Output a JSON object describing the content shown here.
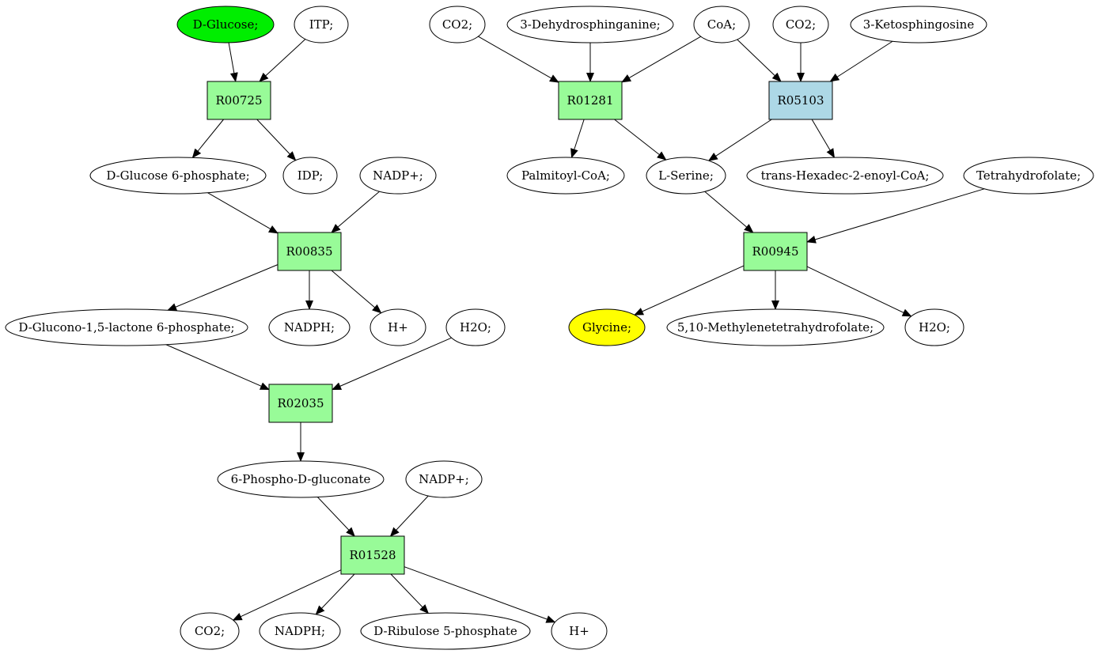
{
  "colors": {
    "reaction_default": "#98fb98",
    "reaction_highlight": "#add8e6",
    "compound_default": "#ffffff",
    "compound_start": "#00ee00",
    "compound_target": "#ffff00"
  },
  "nodes": {
    "glucose": {
      "label": "D-Glucose;",
      "kind": "compound",
      "color": "#00ee00"
    },
    "itp": {
      "label": "ITP;",
      "kind": "compound"
    },
    "r00725": {
      "label": "R00725",
      "kind": "reaction"
    },
    "g6p": {
      "label": "D-Glucose 6-phosphate;",
      "kind": "compound"
    },
    "idp": {
      "label": "IDP;",
      "kind": "compound"
    },
    "nadp1": {
      "label": "NADP+;",
      "kind": "compound"
    },
    "r00835": {
      "label": "R00835",
      "kind": "reaction"
    },
    "glucono": {
      "label": "D-Glucono-1,5-lactone 6-phosphate;",
      "kind": "compound"
    },
    "nadph1": {
      "label": "NADPH;",
      "kind": "compound"
    },
    "hplus1": {
      "label": "H+",
      "kind": "compound"
    },
    "h2o1": {
      "label": "H2O;",
      "kind": "compound"
    },
    "r02035": {
      "label": "R02035",
      "kind": "reaction"
    },
    "phosphogluconate": {
      "label": "6-Phospho-D-gluconate",
      "kind": "compound"
    },
    "nadp2": {
      "label": "NADP+;",
      "kind": "compound"
    },
    "r01528": {
      "label": "R01528",
      "kind": "reaction"
    },
    "co2c": {
      "label": "CO2;",
      "kind": "compound"
    },
    "nadph2": {
      "label": "NADPH;",
      "kind": "compound"
    },
    "ribulose": {
      "label": "D-Ribulose 5-phosphate",
      "kind": "compound"
    },
    "hplus2": {
      "label": "H+",
      "kind": "compound"
    },
    "co2a": {
      "label": "CO2;",
      "kind": "compound"
    },
    "dehydro": {
      "label": "3-Dehydrosphinganine;",
      "kind": "compound"
    },
    "coa": {
      "label": "CoA;",
      "kind": "compound"
    },
    "co2b": {
      "label": "CO2;",
      "kind": "compound"
    },
    "keto": {
      "label": "3-Ketosphingosine",
      "kind": "compound"
    },
    "r01281": {
      "label": "R01281",
      "kind": "reaction"
    },
    "r05103": {
      "label": "R05103",
      "kind": "reaction",
      "color": "#add8e6"
    },
    "palmitoyl": {
      "label": "Palmitoyl-CoA;",
      "kind": "compound"
    },
    "serine": {
      "label": "L-Serine;",
      "kind": "compound"
    },
    "transhex": {
      "label": "trans-Hexadec-2-enoyl-CoA;",
      "kind": "compound"
    },
    "thf": {
      "label": "Tetrahydrofolate;",
      "kind": "compound"
    },
    "r00945": {
      "label": "R00945",
      "kind": "reaction"
    },
    "glycine": {
      "label": "Glycine;",
      "kind": "compound",
      "color": "#ffff00"
    },
    "methylene": {
      "label": "5,10-Methylenetetrahydrofolate;",
      "kind": "compound"
    },
    "h2o2": {
      "label": "H2O;",
      "kind": "compound"
    }
  },
  "edges": [
    [
      "glucose",
      "r00725"
    ],
    [
      "itp",
      "r00725"
    ],
    [
      "r00725",
      "g6p"
    ],
    [
      "r00725",
      "idp"
    ],
    [
      "g6p",
      "r00835"
    ],
    [
      "nadp1",
      "r00835"
    ],
    [
      "r00835",
      "glucono"
    ],
    [
      "r00835",
      "nadph1"
    ],
    [
      "r00835",
      "hplus1"
    ],
    [
      "glucono",
      "r02035"
    ],
    [
      "h2o1",
      "r02035"
    ],
    [
      "r02035",
      "phosphogluconate"
    ],
    [
      "phosphogluconate",
      "r01528"
    ],
    [
      "nadp2",
      "r01528"
    ],
    [
      "r01528",
      "co2c"
    ],
    [
      "r01528",
      "nadph2"
    ],
    [
      "r01528",
      "ribulose"
    ],
    [
      "r01528",
      "hplus2"
    ],
    [
      "co2a",
      "r01281"
    ],
    [
      "dehydro",
      "r01281"
    ],
    [
      "coa",
      "r01281"
    ],
    [
      "coa",
      "r05103"
    ],
    [
      "co2b",
      "r05103"
    ],
    [
      "keto",
      "r05103"
    ],
    [
      "r01281",
      "palmitoyl"
    ],
    [
      "r01281",
      "serine"
    ],
    [
      "r05103",
      "serine"
    ],
    [
      "r05103",
      "transhex"
    ],
    [
      "serine",
      "r00945"
    ],
    [
      "thf",
      "r00945"
    ],
    [
      "r00945",
      "glycine"
    ],
    [
      "r00945",
      "methylene"
    ],
    [
      "r00945",
      "h2o2"
    ]
  ]
}
